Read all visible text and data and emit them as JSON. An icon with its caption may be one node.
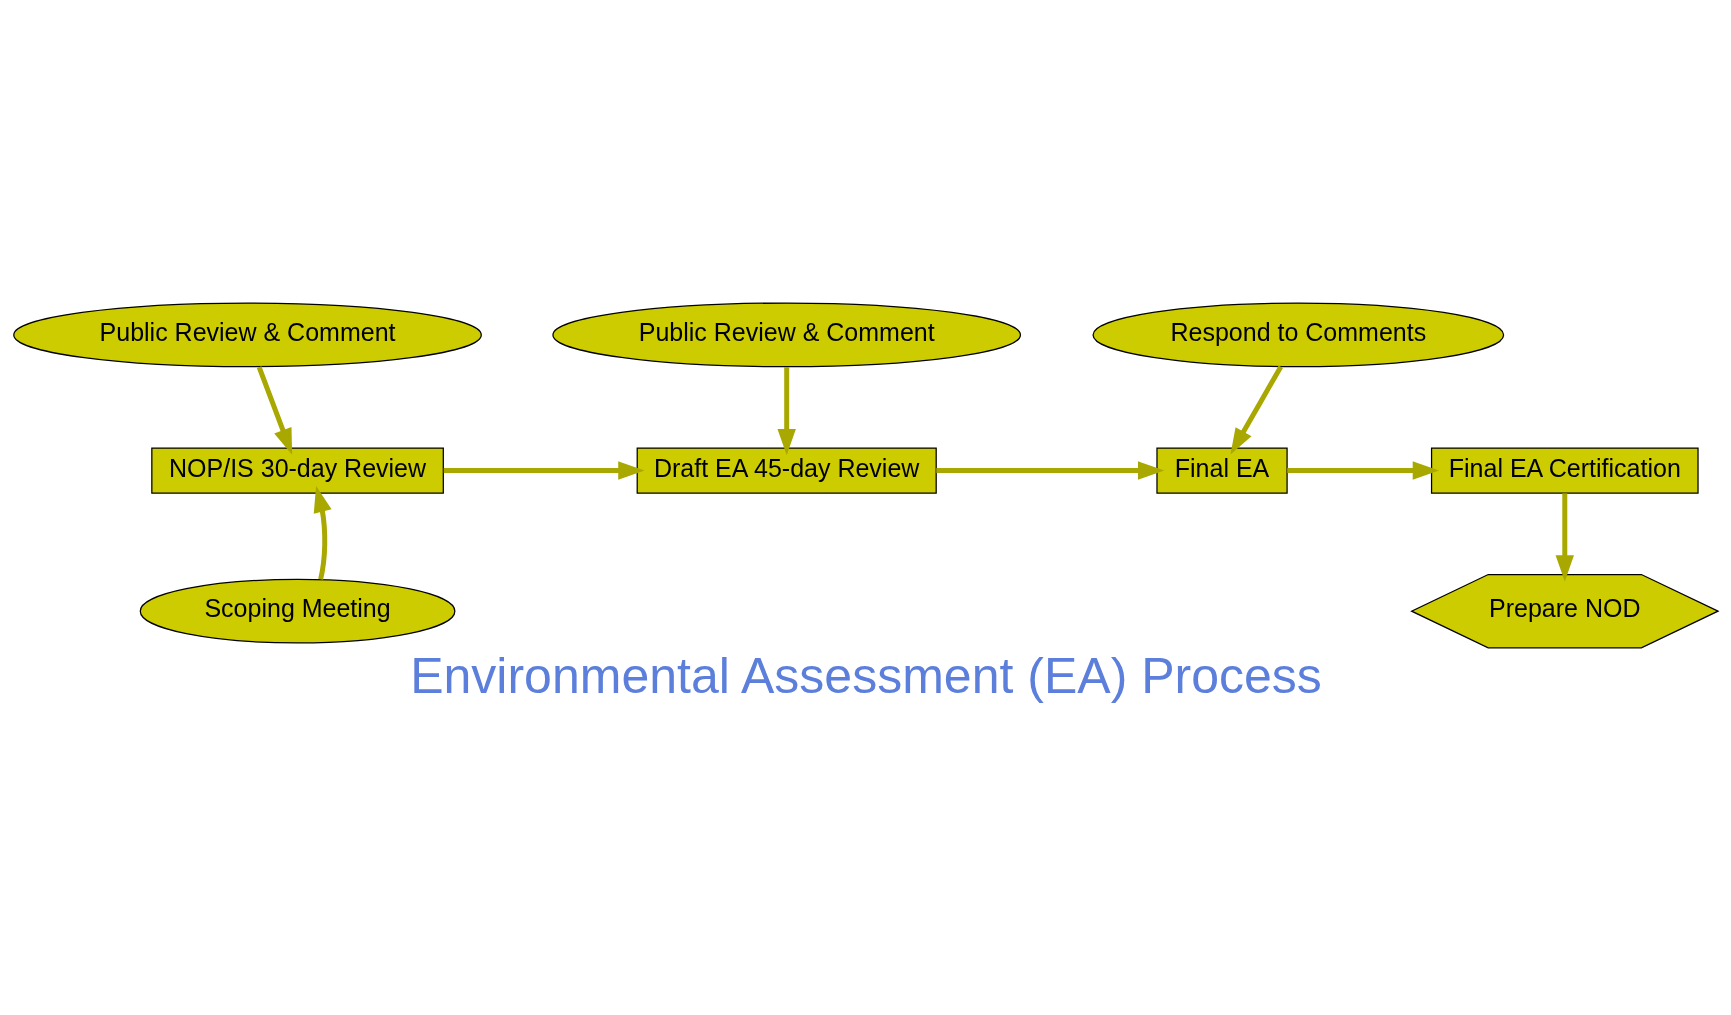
{
  "diagram": {
    "title": "Environmental Assessment (EA) Process",
    "nodes": [
      {
        "text": [
          "Public Review & Comment"
        ]
      },
      {
        "text": [
          "Public Review & Comment"
        ]
      },
      {
        "text": [
          "Respond to Comments"
        ]
      },
      {
        "text": [
          "NOP/IS 30-day Review"
        ]
      },
      {
        "text": [
          "Draft EA 45-day Review"
        ]
      },
      {
        "text": [
          "Final EA"
        ]
      },
      {
        "text": [
          "Final EA Certification"
        ]
      },
      {
        "text": [
          "Scoping Meeting"
        ]
      },
      {
        "text": [
          "Prepare NOD"
        ]
      }
    ],
    "edges": [
      {
        "from": 0,
        "to": 3,
        "arrow": "to"
      },
      {
        "from": 1,
        "to": 4,
        "arrow": "to"
      },
      {
        "from": 2,
        "to": 5,
        "arrow": "to"
      },
      {
        "from": 3,
        "to": 4,
        "arrow": "to"
      },
      {
        "from": 4,
        "to": 5,
        "arrow": "to"
      },
      {
        "from": 5,
        "to": 6,
        "arrow": "to"
      },
      {
        "from": 7,
        "to": 3,
        "arrow": "to"
      },
      {
        "from": 6,
        "to": 8,
        "arrow": "to"
      }
    ]
  }
}
